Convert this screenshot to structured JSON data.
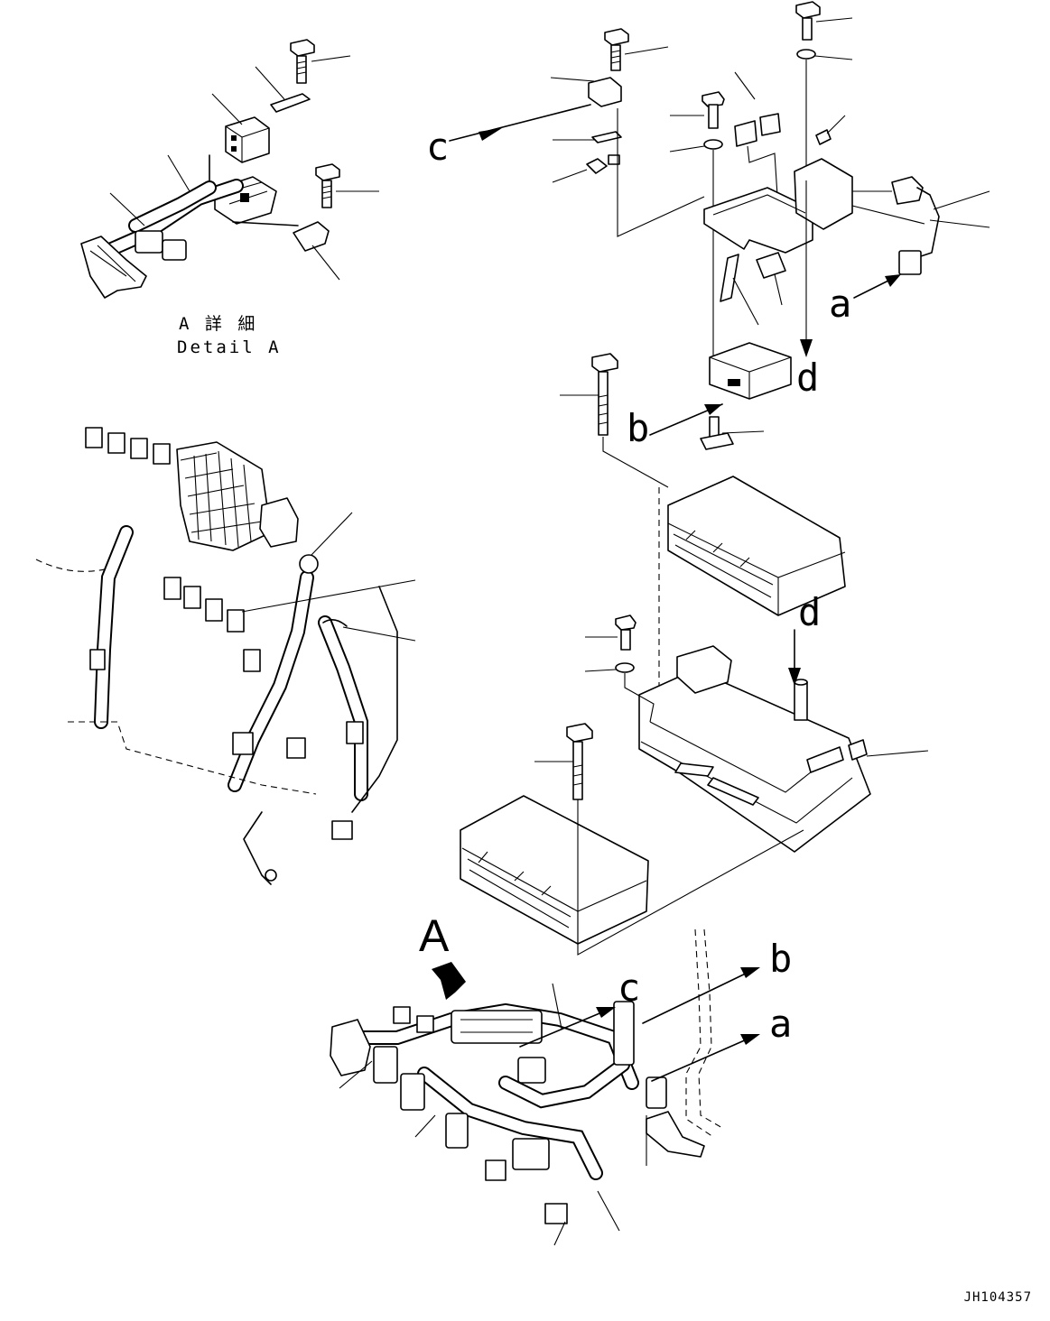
{
  "detail_caption": {
    "jp": "A 詳 細",
    "en": "Detail A"
  },
  "view_label": "A",
  "ref_letters": {
    "c_left": "c",
    "b_left": "b",
    "a_right": "a",
    "d_top": "d",
    "d_mid": "d",
    "c_bottom": "c",
    "b_bottom": "b",
    "a_bottom": "a"
  },
  "drawing_code": "JH104357"
}
